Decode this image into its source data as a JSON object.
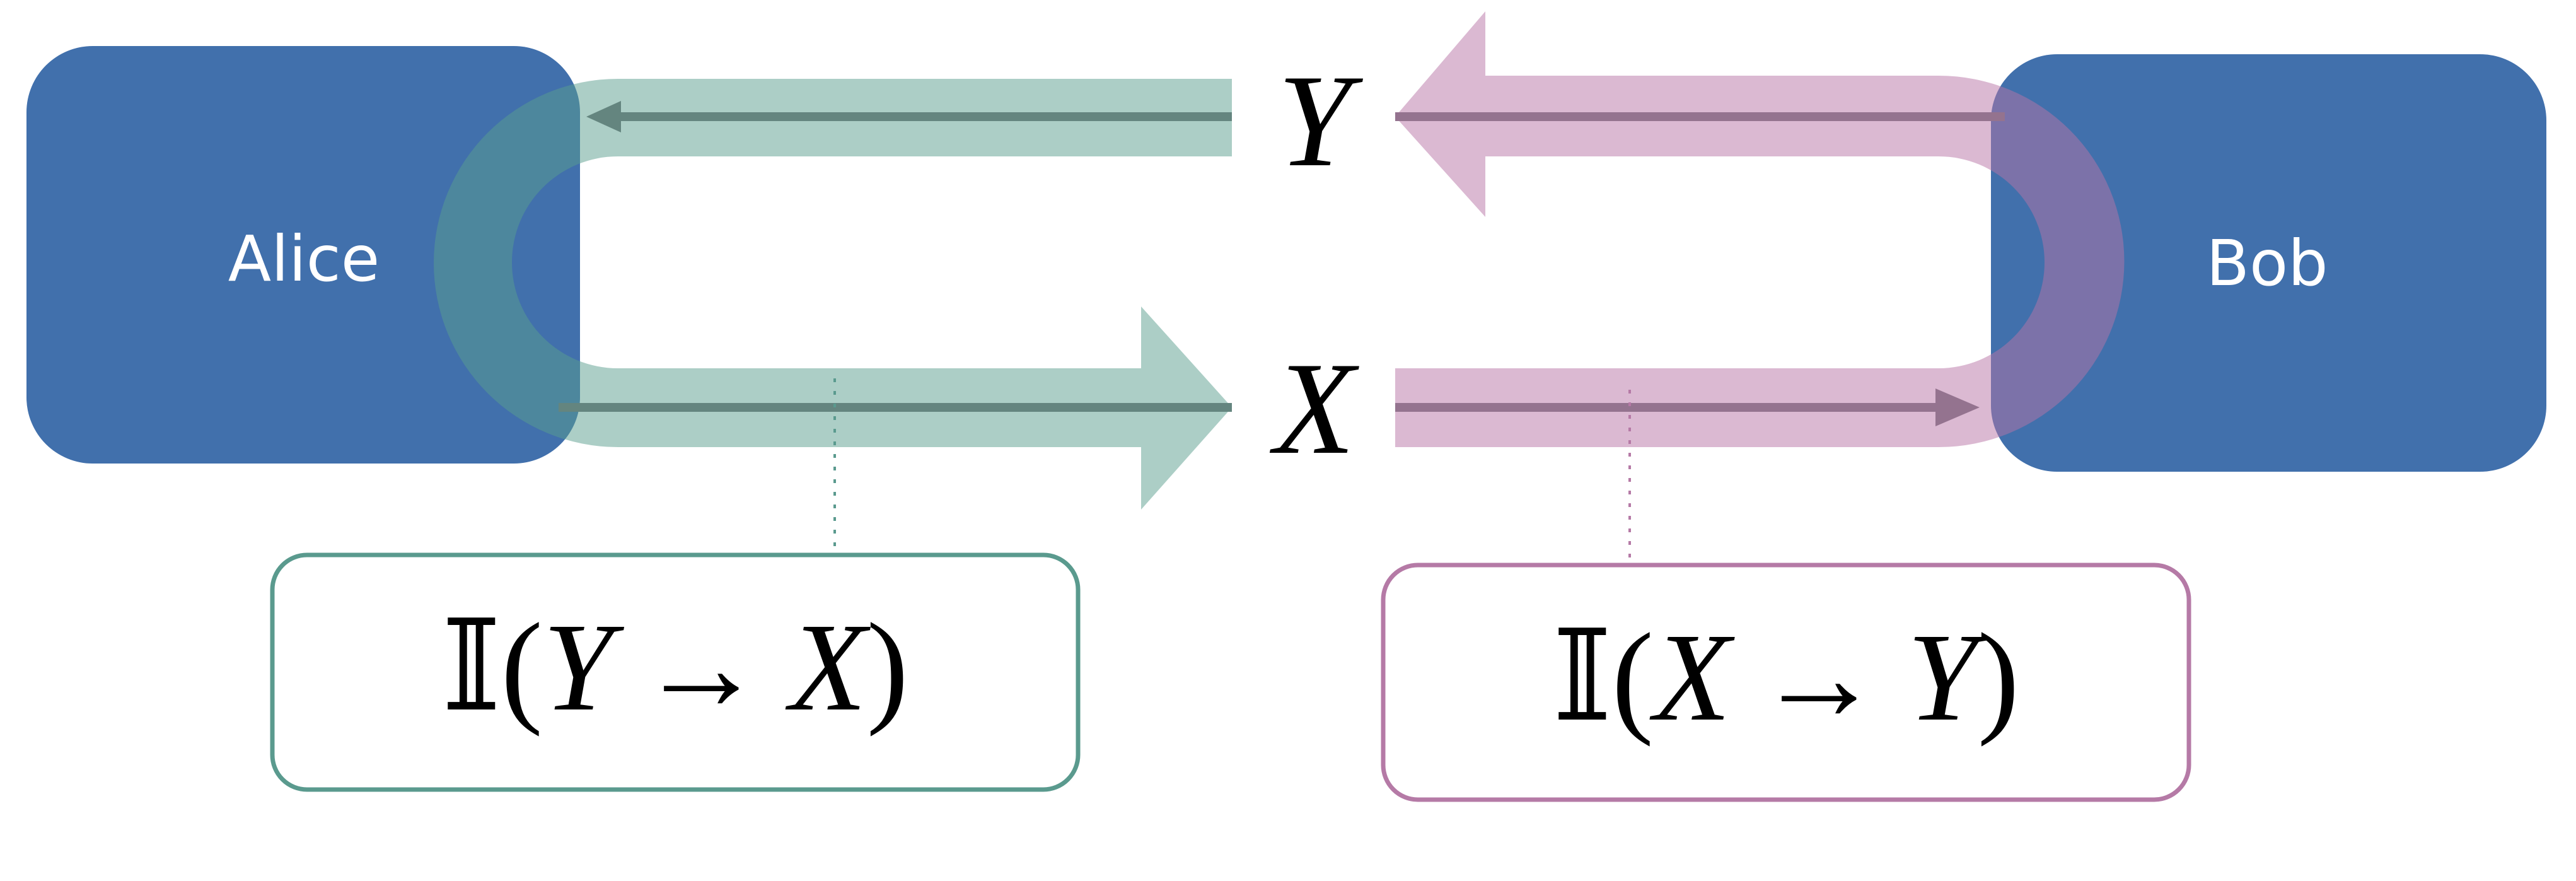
{
  "parties": {
    "left": "Alice",
    "right": "Bob"
  },
  "variables": {
    "top": "Y",
    "bottom": "X"
  },
  "measures": [
    {
      "op": "𝕀",
      "open": "(",
      "from": "Y",
      "arrow": "→",
      "to": "X",
      "close": ")"
    },
    {
      "op": "𝕀",
      "open": "(",
      "from": "X",
      "arrow": "→",
      "to": "Y",
      "close": ")"
    }
  ],
  "colors": {
    "party": "#4170ac",
    "green_flow": "#5a9e8e",
    "green_line": "#64857f",
    "pink_flow": "#b773a5",
    "pink_line": "#94738f",
    "green_box": "#5a9a8e",
    "pink_box": "#b57aa6"
  }
}
